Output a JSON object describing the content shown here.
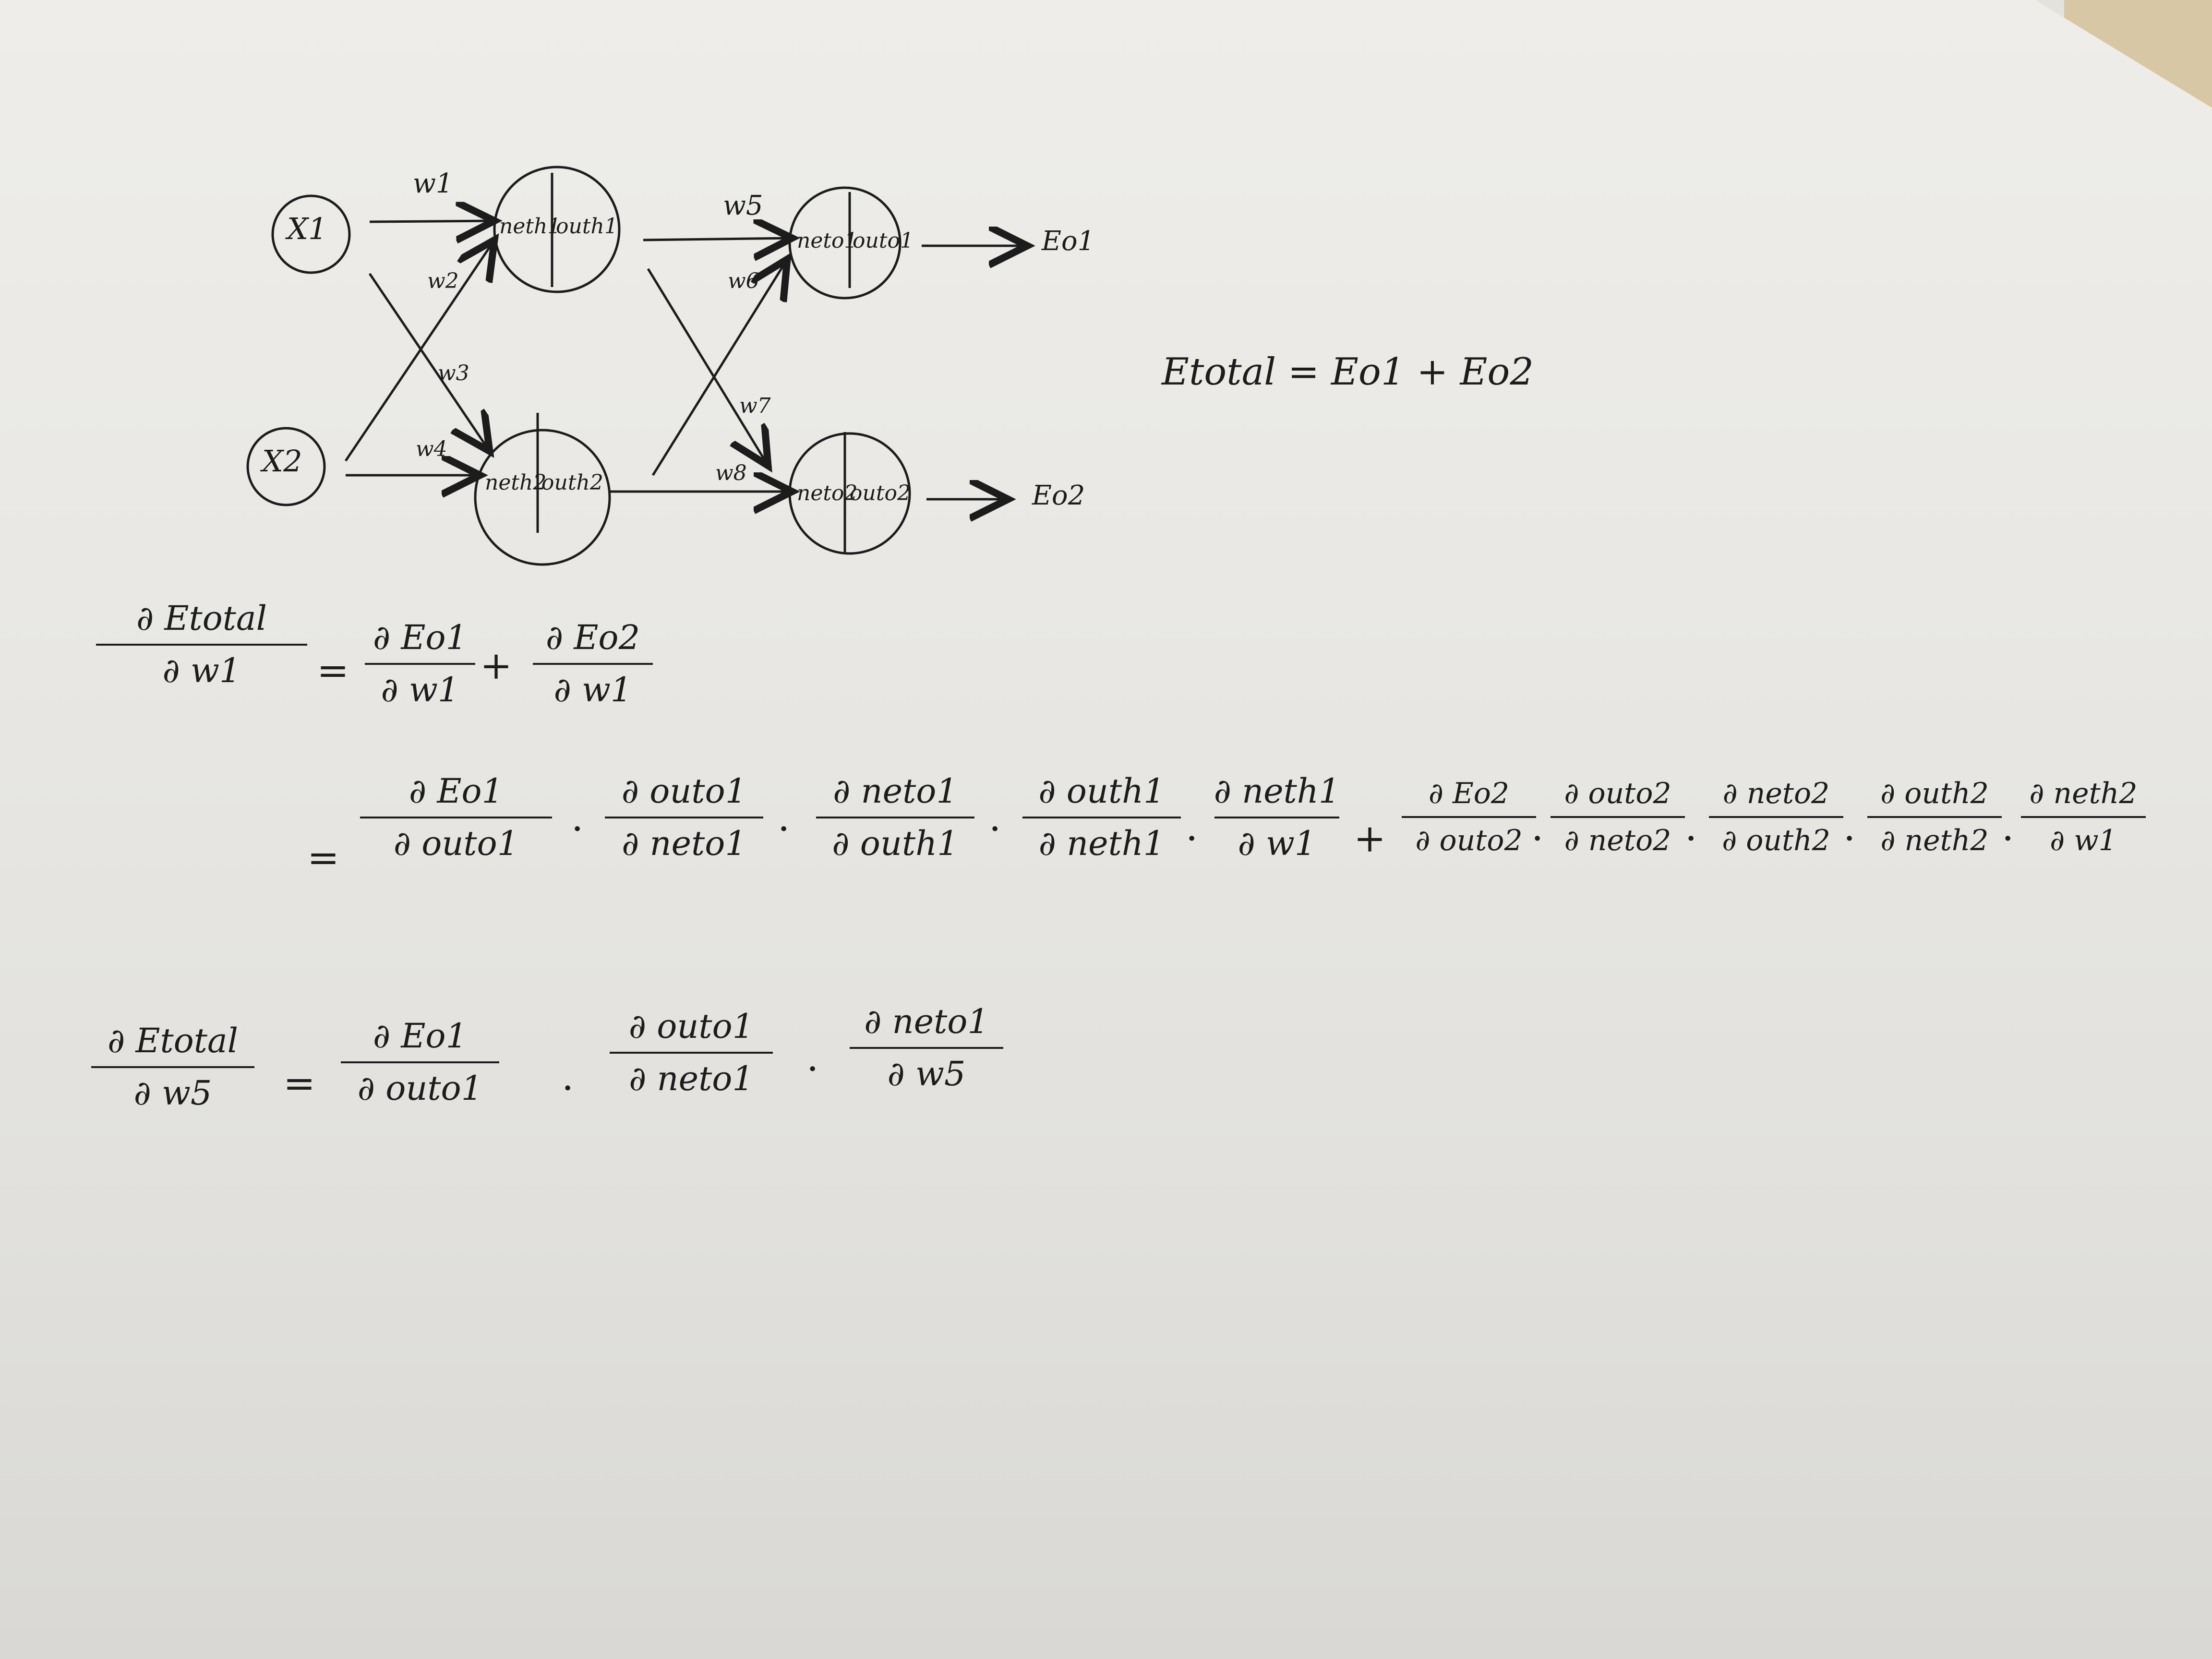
{
  "network": {
    "inputs": [
      "X1",
      "X2"
    ],
    "hidden": [
      {
        "net": "neth1",
        "out": "outh1"
      },
      {
        "net": "neth2",
        "out": "outh2"
      }
    ],
    "outputs": [
      {
        "net": "neto1",
        "out": "outo1",
        "error": "Eo1"
      },
      {
        "net": "neto2",
        "out": "outo2",
        "error": "Eo2"
      }
    ],
    "weights": [
      "w1",
      "w2",
      "w3",
      "w4",
      "w5",
      "w6",
      "w7",
      "w8"
    ]
  },
  "total_error_def": "Etotal = Eo1 + Eo2",
  "equation1": {
    "lhs_num": "∂ Etotal",
    "lhs_den": "∂ w1",
    "eq": "=",
    "t1_num": "∂ Eo1",
    "t1_den": "∂ w1",
    "plus": "+",
    "t2_num": "∂ Eo2",
    "t2_den": "∂ w1"
  },
  "equation2": {
    "eq": "=",
    "f1_num": "∂ Eo1",
    "f1_den": "∂ outo1",
    "f2_num": "∂ outo1",
    "f2_den": "∂ neto1",
    "f3_num": "∂ neto1",
    "f3_den": "∂ outh1",
    "f4_num": "∂ outh1",
    "f4_den": "∂ neth1",
    "f5_num": "∂ neth1",
    "f5_den": "∂ w1",
    "plus": "+",
    "g1_num": "∂ Eo2",
    "g1_den": "∂ outo2",
    "g2_num": "∂ outo2",
    "g2_den": "∂ neto2",
    "g3_num": "∂ neto2",
    "g3_den": "∂ outh2",
    "g4_num": "∂ outh2",
    "g4_den": "∂ neth2",
    "g5_num": "∂ neth2",
    "g5_den": "∂ w1",
    "dot": "·"
  },
  "equation3": {
    "lhs_num": "∂ Etotal",
    "lhs_den": "∂ w5",
    "eq": "=",
    "f1_num": "∂ Eo1",
    "f1_den": "∂ outo1",
    "f2_num": "∂ outo1",
    "f2_den": "∂ neto1",
    "f3_num": "∂ neto1",
    "f3_den": "∂ w5",
    "dot": "·"
  }
}
